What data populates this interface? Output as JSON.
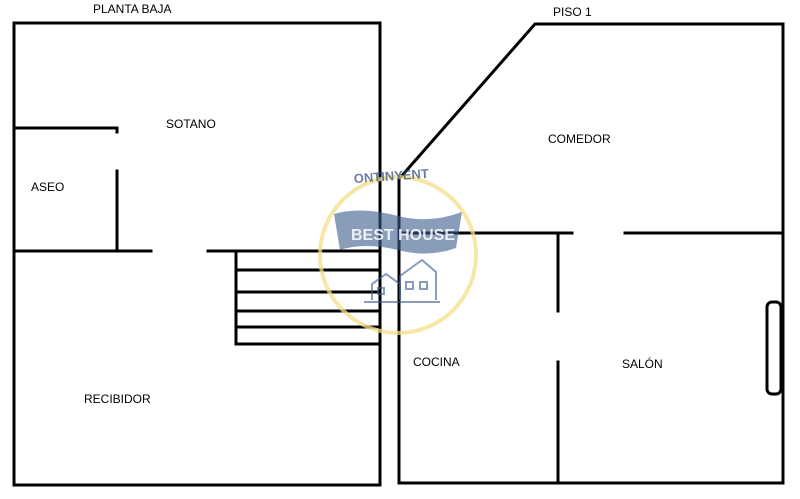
{
  "floors": {
    "ground": {
      "title": "PLANTA BAJA"
    },
    "first": {
      "title": "PISO 1"
    }
  },
  "rooms": {
    "sotano": "SOTANO",
    "aseo": "ASEO",
    "recibidor": "RECIBIDOR",
    "comedor": "COMEDOR",
    "cocina": "COCINA",
    "salon": "SALÓN"
  },
  "watermark": {
    "town": "ONTINYENT",
    "brand": "BEST HOUSE",
    "ring_color": "#f3df8a",
    "brand_color": "#2c4a7a"
  }
}
